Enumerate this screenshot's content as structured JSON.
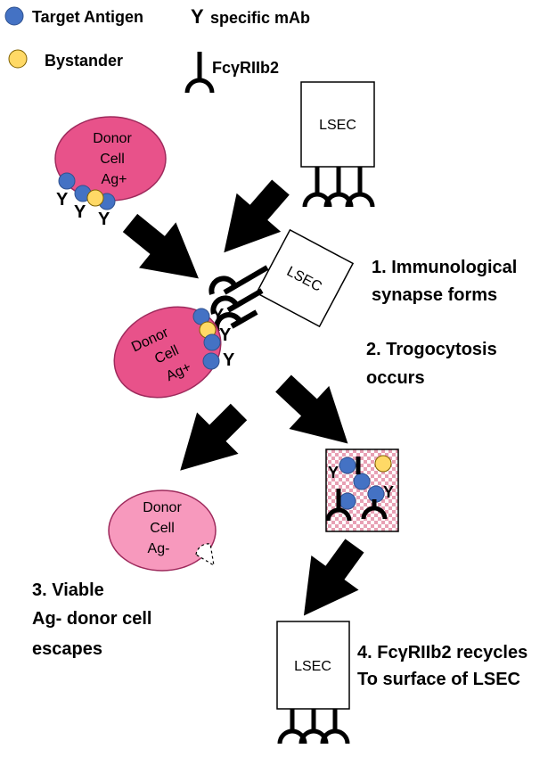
{
  "legend": {
    "target_antigen": "Target Antigen",
    "bystander": "Bystander",
    "specific_mab": "specific mAb",
    "fcr": "FcγRIIb2",
    "mab_glyph": "Y"
  },
  "colors": {
    "target": "#4472c4",
    "bystander": "#ffd966",
    "donor_pos": "#e8528a",
    "donor_neg": "#f799bd",
    "lysosome": "#e8a0b4",
    "lysosome_check": "#ffffff",
    "ink": "#000000"
  },
  "cells": {
    "donor_pos": [
      "Donor",
      "Cell",
      "Ag+"
    ],
    "donor_mid": [
      "Donor",
      "Cell",
      "Ag+"
    ],
    "donor_neg": [
      "Donor",
      "Cell",
      "Ag-"
    ]
  },
  "lsec": {
    "top": "LSEC",
    "mid": "LSEC",
    "bottom": "LSEC"
  },
  "steps": {
    "s1": [
      "1. Immunological",
      "synapse forms"
    ],
    "s2": [
      "2. Trogocytosis",
      "occurs"
    ],
    "s3": [
      "3. Viable",
      "Ag- donor cell",
      "escapes"
    ],
    "s4": [
      "4. FcγRIIb2 recycles",
      "To surface of LSEC"
    ]
  }
}
